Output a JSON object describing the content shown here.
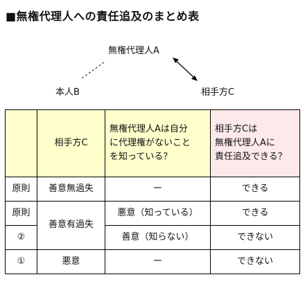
{
  "title": "■無権代理人への責任追及のまとめ表",
  "diagram": {
    "agent": "無権代理人A",
    "principal": "本人B",
    "counterparty": "相手方C"
  },
  "table": {
    "header": {
      "col1": "",
      "col2": "相手方C",
      "col3": [
        "無権代理人Aは自分",
        "に代理権がないこと",
        "を知っている？"
      ],
      "col4": [
        "相手方Cは",
        "無権代理人Aに",
        "責任追及できる？"
      ]
    },
    "rows": [
      {
        "case": "原則",
        "faith": "善意無過失",
        "knowledge": "ー",
        "result": "できる"
      },
      {
        "case": "原則",
        "faith": "善意有過失",
        "knowledge": "悪意（知っている）",
        "result": "できる"
      },
      {
        "case": "②",
        "faith": "",
        "knowledge": "善意（知らない）",
        "result": "できない"
      },
      {
        "case": "①",
        "faith": "悪意",
        "knowledge": "ー",
        "result": "できない"
      }
    ]
  }
}
